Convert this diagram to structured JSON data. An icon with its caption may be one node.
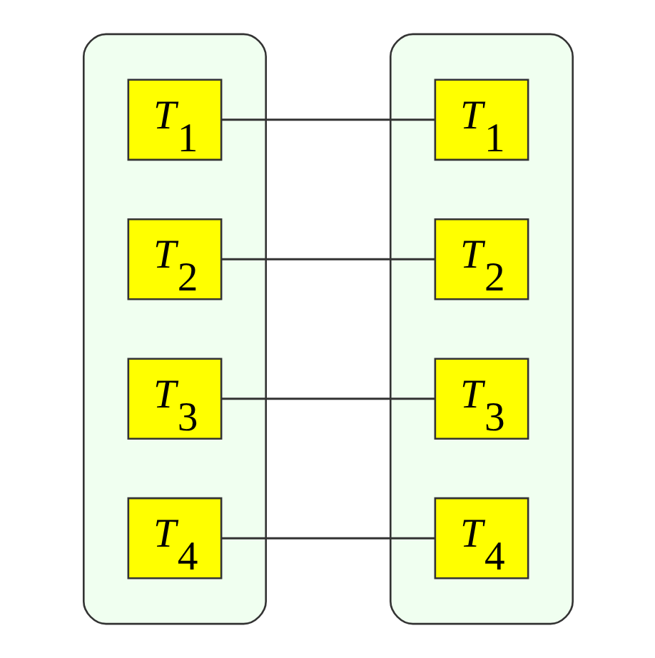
{
  "diagram": {
    "nodes": [
      {
        "text": [],
        "shape": "ellipse"
      },
      {
        "text": [
          "T$_{1}$"
        ],
        "in": 0
      },
      {
        "text": [
          "T$_{2}$"
        ],
        "in": 0
      },
      {
        "text": [
          "T$_{3}$"
        ],
        "in": 0
      },
      {
        "text": [
          "T$_{4}$"
        ],
        "in": 0
      },
      {
        "text": [],
        "shape": "ellipse"
      },
      {
        "text": [
          "T$_{1}$"
        ],
        "in": 5
      },
      {
        "text": [
          "T$_{2}$"
        ],
        "in": 5
      },
      {
        "text": [
          "T$_{3}$"
        ],
        "in": 5
      },
      {
        "text": [
          "T$_{4}$"
        ],
        "in": 5
      }
    ],
    "edges": [
      {
        "from": 1,
        "to": 6,
        "arrow": "none"
      },
      {
        "from": 2,
        "to": 7,
        "arrow": "none"
      },
      {
        "from": 3,
        "to": 8,
        "arrow": "none"
      },
      {
        "from": 4,
        "to": 9,
        "arrow": "none"
      }
    ]
  }
}
